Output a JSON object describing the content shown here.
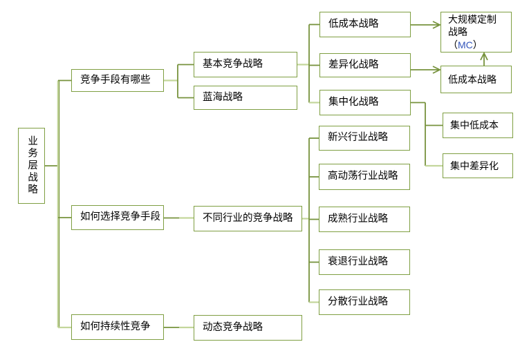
{
  "diagram": {
    "root_label": "业务层战略",
    "colors": {
      "box_border": "#7e9e41",
      "connector_dark": "#76923c",
      "connector_light": "#c3d69b",
      "text": "#000000",
      "highlight_text": "#3355bb",
      "background": "#ffffff"
    },
    "nodes": {
      "root": {
        "label": "业务层战略"
      },
      "how_compete": {
        "label": "竞争手段有哪些"
      },
      "how_choose": {
        "label": "如何选择竞争手段"
      },
      "how_sustain": {
        "label": "如何持续性竞争"
      },
      "basic": {
        "label": "基本竞争战略"
      },
      "blue_ocean": {
        "label": "蓝海战略"
      },
      "industry": {
        "label": "不同行业的竞争战略"
      },
      "dynamic": {
        "label": "动态竞争战略"
      },
      "low_cost": {
        "label": "低成本战略"
      },
      "differentiation": {
        "label": "差异化战略"
      },
      "focus": {
        "label": "集中化战略"
      },
      "emerging": {
        "label": "新兴行业战略"
      },
      "turbulent": {
        "label": "高动荡行业战略"
      },
      "mature": {
        "label": "成熟行业战略"
      },
      "declining": {
        "label": "衰退行业战略"
      },
      "fragmented": {
        "label": "分散行业战略"
      },
      "mass_custom": {
        "text_before": "大规模定制战略（",
        "highlight": "MC",
        "text_after": "）"
      },
      "low_cost_2": {
        "label": "低成本战略"
      },
      "focus_cost": {
        "label": "集中低成本"
      },
      "focus_diff": {
        "label": "集中差异化"
      }
    },
    "edges": [
      {
        "from": "业务层战略",
        "to": "竞争手段有哪些",
        "arrow": false
      },
      {
        "from": "业务层战略",
        "to": "如何选择竞争手段",
        "arrow": false
      },
      {
        "from": "业务层战略",
        "to": "如何持续性竞争",
        "arrow": false
      },
      {
        "from": "竞争手段有哪些",
        "to": "基本竞争战略",
        "arrow": false
      },
      {
        "from": "竞争手段有哪些",
        "to": "蓝海战略",
        "arrow": false
      },
      {
        "from": "基本竞争战略",
        "to": "低成本战略",
        "arrow": false
      },
      {
        "from": "基本竞争战略",
        "to": "差异化战略",
        "arrow": false
      },
      {
        "from": "基本竞争战略",
        "to": "集中化战略",
        "arrow": false
      },
      {
        "from": "低成本战略",
        "to": "大规模定制战略（MC）",
        "arrow": true
      },
      {
        "from": "差异化战略",
        "to": "低成本战略(右)",
        "arrow": true
      },
      {
        "from": "低成本战略(右)",
        "to": "大规模定制战略（MC）",
        "arrow": true
      },
      {
        "from": "集中化战略",
        "to": "集中低成本",
        "arrow": false
      },
      {
        "from": "集中化战略",
        "to": "集中差异化",
        "arrow": false
      },
      {
        "from": "如何选择竞争手段",
        "to": "不同行业的竞争战略",
        "arrow": false
      },
      {
        "from": "不同行业的竞争战略",
        "to": "新兴行业战略",
        "arrow": false
      },
      {
        "from": "不同行业的竞争战略",
        "to": "高动荡行业战略",
        "arrow": false
      },
      {
        "from": "不同行业的竞争战略",
        "to": "成熟行业战略",
        "arrow": false
      },
      {
        "from": "不同行业的竞争战略",
        "to": "衰退行业战略",
        "arrow": false
      },
      {
        "from": "不同行业的竞争战略",
        "to": "分散行业战略",
        "arrow": false
      },
      {
        "from": "如何持续性竞争",
        "to": "动态竞争战略",
        "arrow": false
      }
    ]
  }
}
